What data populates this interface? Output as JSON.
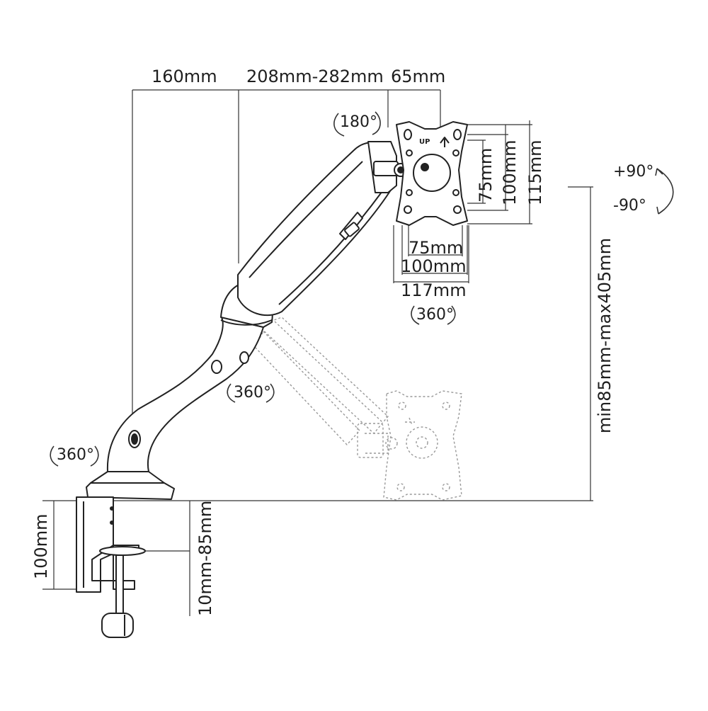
{
  "dimensions": {
    "top": {
      "base_reach": "160mm",
      "arm_length": "208mm-282mm",
      "head_offset": "65mm"
    },
    "vesa_vertical": {
      "inner": "75mm",
      "middle": "100mm",
      "outer": "115mm"
    },
    "vesa_horizontal": {
      "inner": "75mm",
      "middle": "100mm",
      "outer": "117mm"
    },
    "height_range": "min85mm-max405mm",
    "clamp_height": "100mm",
    "desk_thickness": "10mm-85mm"
  },
  "rotations": {
    "head_pan": "180°",
    "tilt_up": "+90°",
    "tilt_down": "-90°",
    "plate_rotation": "360°",
    "elbow_swivel": "360°",
    "base_swivel": "360°"
  },
  "plate": {
    "up_marking": "UP"
  }
}
